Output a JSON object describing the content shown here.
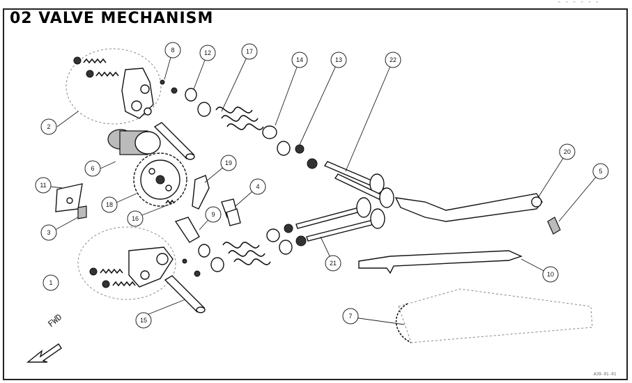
{
  "title": "02 VALVE MECHANISM",
  "corner_code": "- - - - - -",
  "footer_code": "A39-01-01",
  "direction_label": "FWD",
  "callouts": [
    "1",
    "2",
    "3",
    "4",
    "5",
    "6",
    "7",
    "8",
    "9",
    "10",
    "11",
    "12",
    "13",
    "14",
    "15",
    "16",
    "17",
    "18",
    "19",
    "20",
    "21",
    "22"
  ]
}
